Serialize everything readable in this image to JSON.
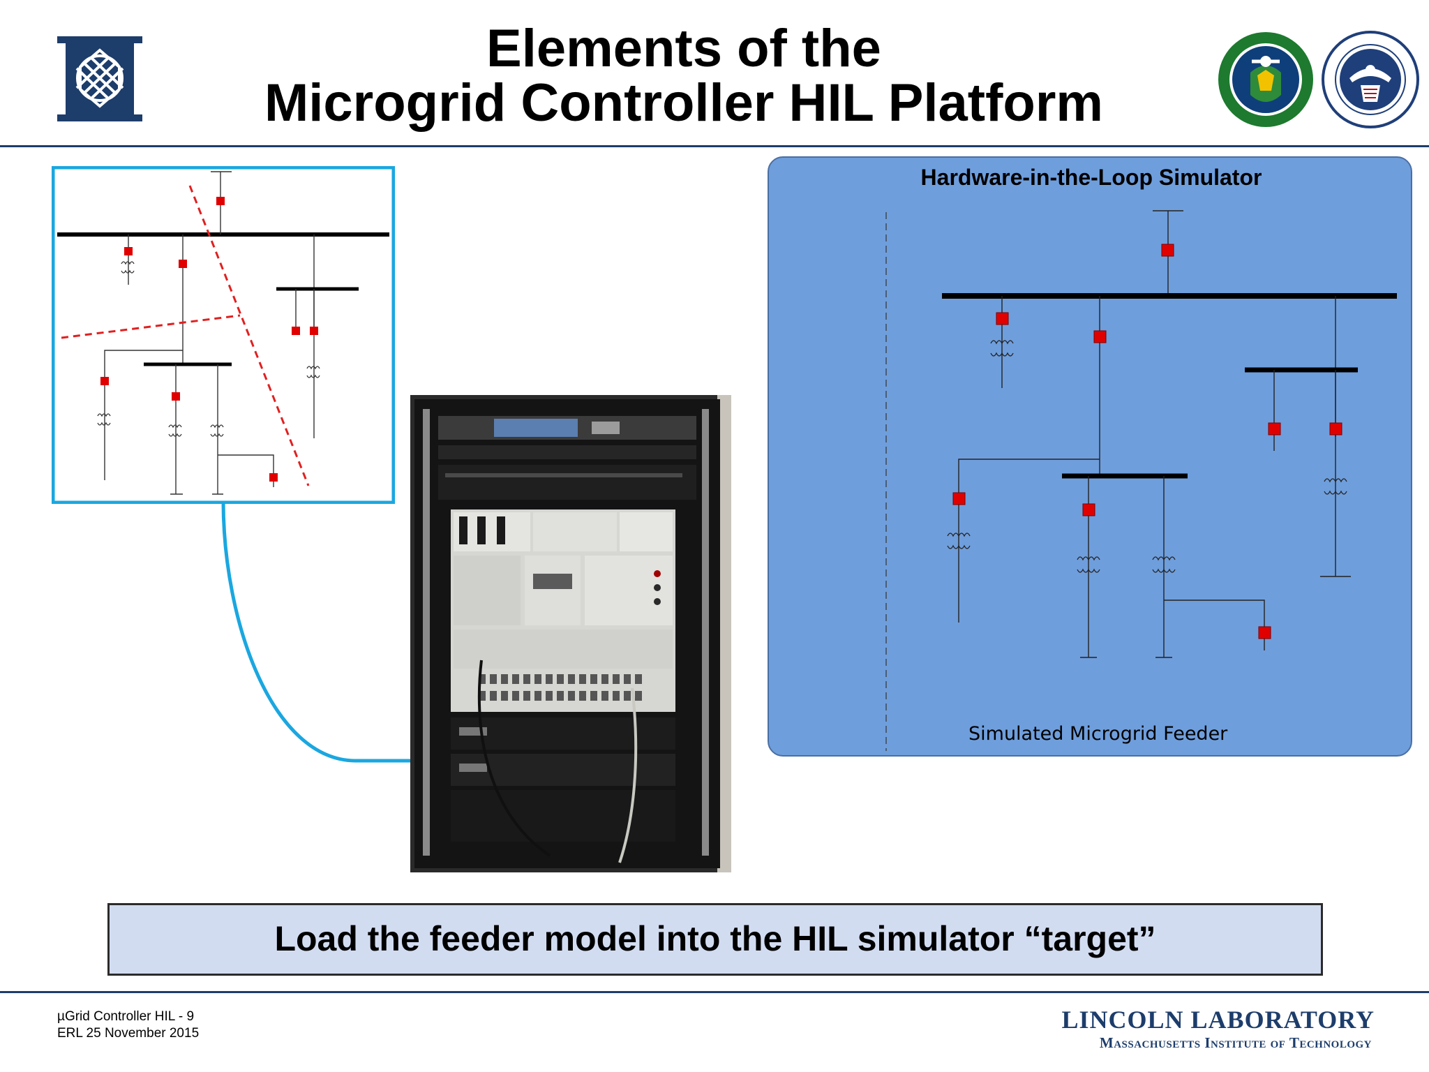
{
  "slide": {
    "title_line1": "Elements of the",
    "title_line2": "Microgrid Controller HIL Platform"
  },
  "logos": {
    "left": "lincoln-lab-logo",
    "right": [
      "doe-seal",
      "dhs-seal"
    ]
  },
  "hil_panel": {
    "title": "Hardware-in-the-Loop Simulator",
    "caption": "Simulated Microgrid Feeder"
  },
  "callout": {
    "text": "Load the feeder model into the HIL simulator “target”"
  },
  "footer": {
    "line1": "µGrid Controller HIL - 9",
    "line2": "ERL 25 November 2015",
    "lab_name": "LINCOLN LABORATORY",
    "lab_sub": "Massachusetts Institute of Technology"
  },
  "colors": {
    "accent_blue": "#1d3d6b",
    "cyan_frame": "#1aa7e0",
    "panel_blue": "#6f9edc",
    "callout_fill": "#d2dcf1",
    "breaker_red": "#e00000",
    "cut_line_red": "#e02020"
  }
}
